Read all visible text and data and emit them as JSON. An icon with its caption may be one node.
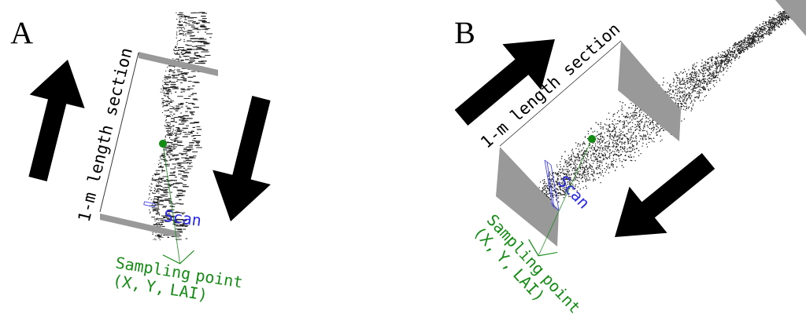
{
  "diagram": {
    "nodes": [
      {
        "text": [],
        "shape": "circle"
      },
      {
        "text": [
          "Sampling point (X, Y, LAI)"
        ]
      },
      {
        "text": [],
        "shape": "circle"
      },
      {
        "text": [
          "Sampling point (X, Y, LAI)"
        ]
      }
    ],
    "edges": [
      {
        "from": 0,
        "to": 1,
        "arrow": "to"
      },
      {
        "from": 2,
        "to": 3,
        "arrow": "to"
      }
    ],
    "labels": [
      "A",
      "1-m length section",
      "Scan",
      "B",
      "1-m length section",
      "Scan"
    ]
  }
}
